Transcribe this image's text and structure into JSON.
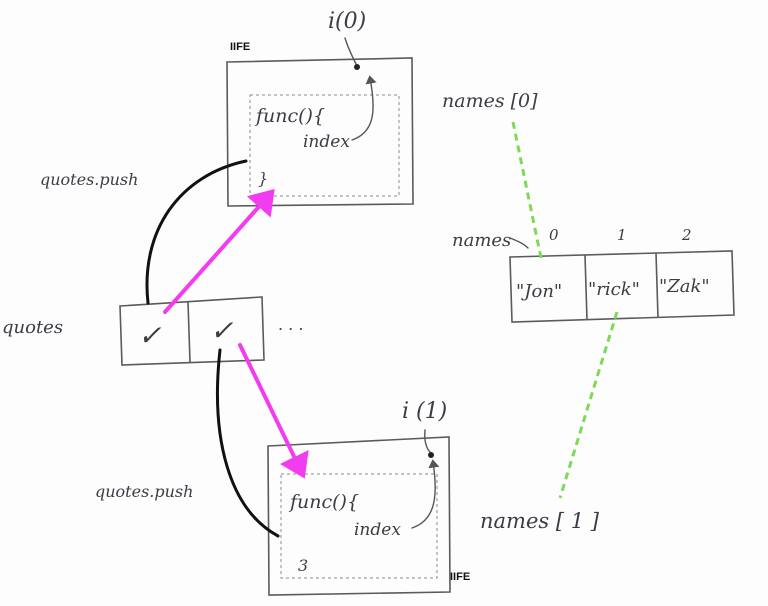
{
  "top_iife": {
    "tag": "IIFE",
    "scope_label": "i(0)",
    "func_line": "func(){",
    "index_label": "index",
    "close_brace": "}"
  },
  "bottom_iife": {
    "tag": "IIFE",
    "scope_label": "i (1)",
    "func_line": "func(){",
    "index_label": "index",
    "close_brace": "3"
  },
  "labels": {
    "quotes_push_top": "quotes.push",
    "quotes_push_bottom": "quotes.push",
    "quotes": "quotes",
    "ellipsis": ". . .",
    "names_0": "names [0]",
    "names_1": "names [ 1 ]",
    "names_array": "names"
  },
  "quotes_array": {
    "cells": [
      "✓",
      "✓"
    ]
  },
  "names_array": {
    "indices": [
      "0",
      "1",
      "2"
    ],
    "cells": [
      "\"Jon\"",
      "\"rick\"",
      "\"Zak\""
    ]
  },
  "colors": {
    "closure_arrow": "#f23cf0",
    "reference_line": "#7ed957",
    "push_line": "#111111",
    "ink": "#3c3c44"
  }
}
